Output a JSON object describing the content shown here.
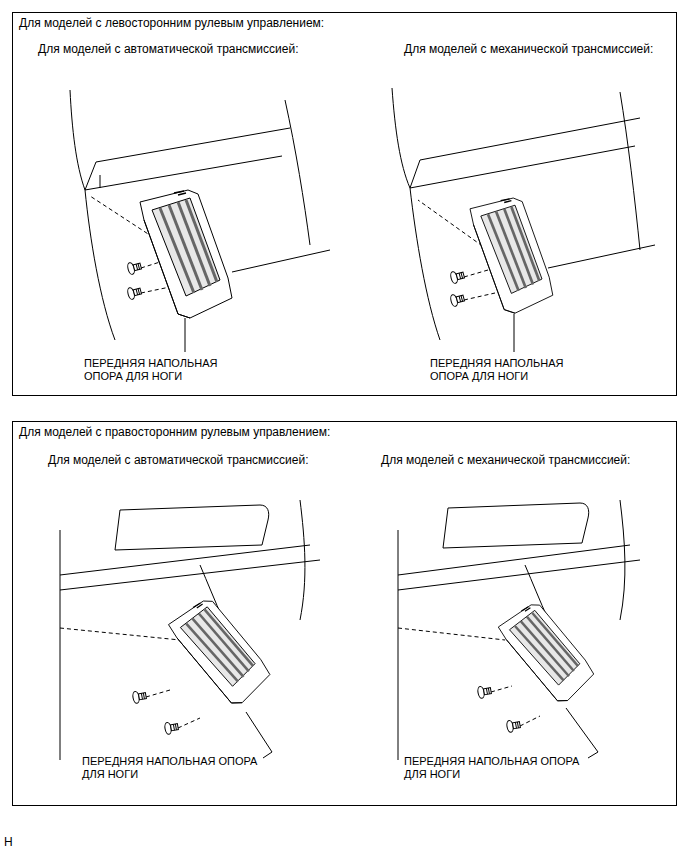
{
  "diagram": {
    "nodes": [
      {
        "text": [
          "Для моделей с левосторонним рулевым управлением:"
        ]
      },
      {
        "text": [
          "Для моделей с правосторонним рулевым управлением:"
        ]
      }
    ],
    "labels": [
      "Для моделей с автоматической трансмиссией:",
      "Для моделей с механической трансмиссией:",
      "ПЕРЕДНЯЯ НАПОЛЬНАЯ ОПОРА ДЛЯ НОГИ",
      "ПЕРЕДНЯЯ НАПОЛЬНАЯ ОПОРА ДЛЯ НОГИ",
      "Для моделей с автоматической трансмиссией:",
      "Для моделей с механической трансмиссией:",
      "ПЕРЕДНЯЯ НАПОЛЬНАЯ ОПОРА ДЛЯ НОГИ",
      "ПЕРЕДНЯЯ НАПОЛЬНАЯ ОПОРА ДЛЯ НОГИ",
      "H"
    ]
  }
}
